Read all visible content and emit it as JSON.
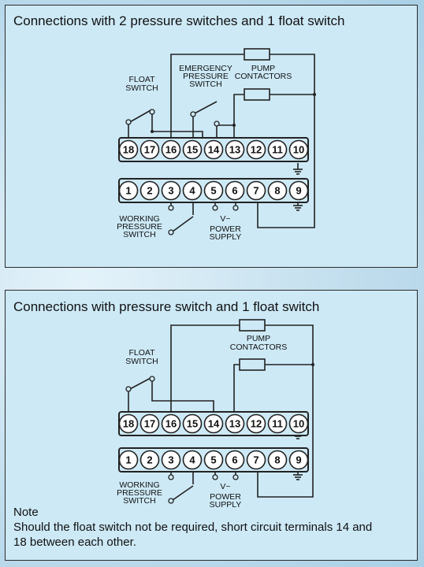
{
  "panels": [
    {
      "title": "Connections with 2 pressure switches and 1 float switch",
      "labels": {
        "float_switch": [
          "FLOAT",
          "SWITCH"
        ],
        "emergency": [
          "EMERGENCY",
          "PRESSURE",
          "SWITCH"
        ],
        "pump": [
          "PUMP",
          "CONTACTORS"
        ],
        "working": [
          "WORKING",
          "PRESSURE",
          "SWITCH"
        ],
        "power": [
          "V~",
          "POWER",
          "SUPPLY"
        ]
      },
      "top_terminals": [
        "18",
        "17",
        "16",
        "15",
        "14",
        "13",
        "12",
        "11",
        "10"
      ],
      "bottom_terminals": [
        "1",
        "2",
        "3",
        "4",
        "5",
        "6",
        "7",
        "8",
        "9"
      ]
    },
    {
      "title": "Connections with pressure switch and 1 float switch",
      "labels": {
        "float_switch": [
          "FLOAT",
          "SWITCH"
        ],
        "pump": [
          "PUMP",
          "CONTACTORS"
        ],
        "working": [
          "WORKING",
          "PRESSURE",
          "SWITCH"
        ],
        "power": [
          "V~",
          "POWER",
          "SUPPLY"
        ]
      },
      "top_terminals": [
        "18",
        "17",
        "16",
        "15",
        "14",
        "13",
        "12",
        "11",
        "10"
      ],
      "bottom_terminals": [
        "1",
        "2",
        "3",
        "4",
        "5",
        "6",
        "7",
        "8",
        "9"
      ],
      "note": {
        "heading": "Note",
        "text": "Should the float switch not be required, short circuit terminals 14 and 18 between each other."
      }
    }
  ]
}
